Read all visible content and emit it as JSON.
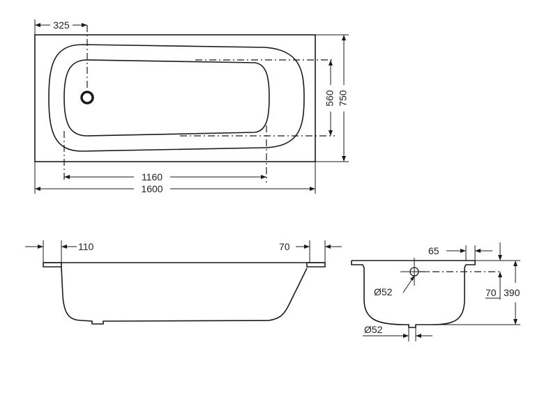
{
  "dimensions": {
    "top": {
      "offset": "325",
      "inner_length": "1160",
      "length": "1600",
      "inner_width": "560",
      "width": "750"
    },
    "side": {
      "left_rim": "110",
      "right_rim": "70"
    },
    "end": {
      "rim": "65",
      "overflow_diameter": "Ø52",
      "overflow_height": "70",
      "height": "390",
      "drain_diameter": "Ø52"
    }
  }
}
